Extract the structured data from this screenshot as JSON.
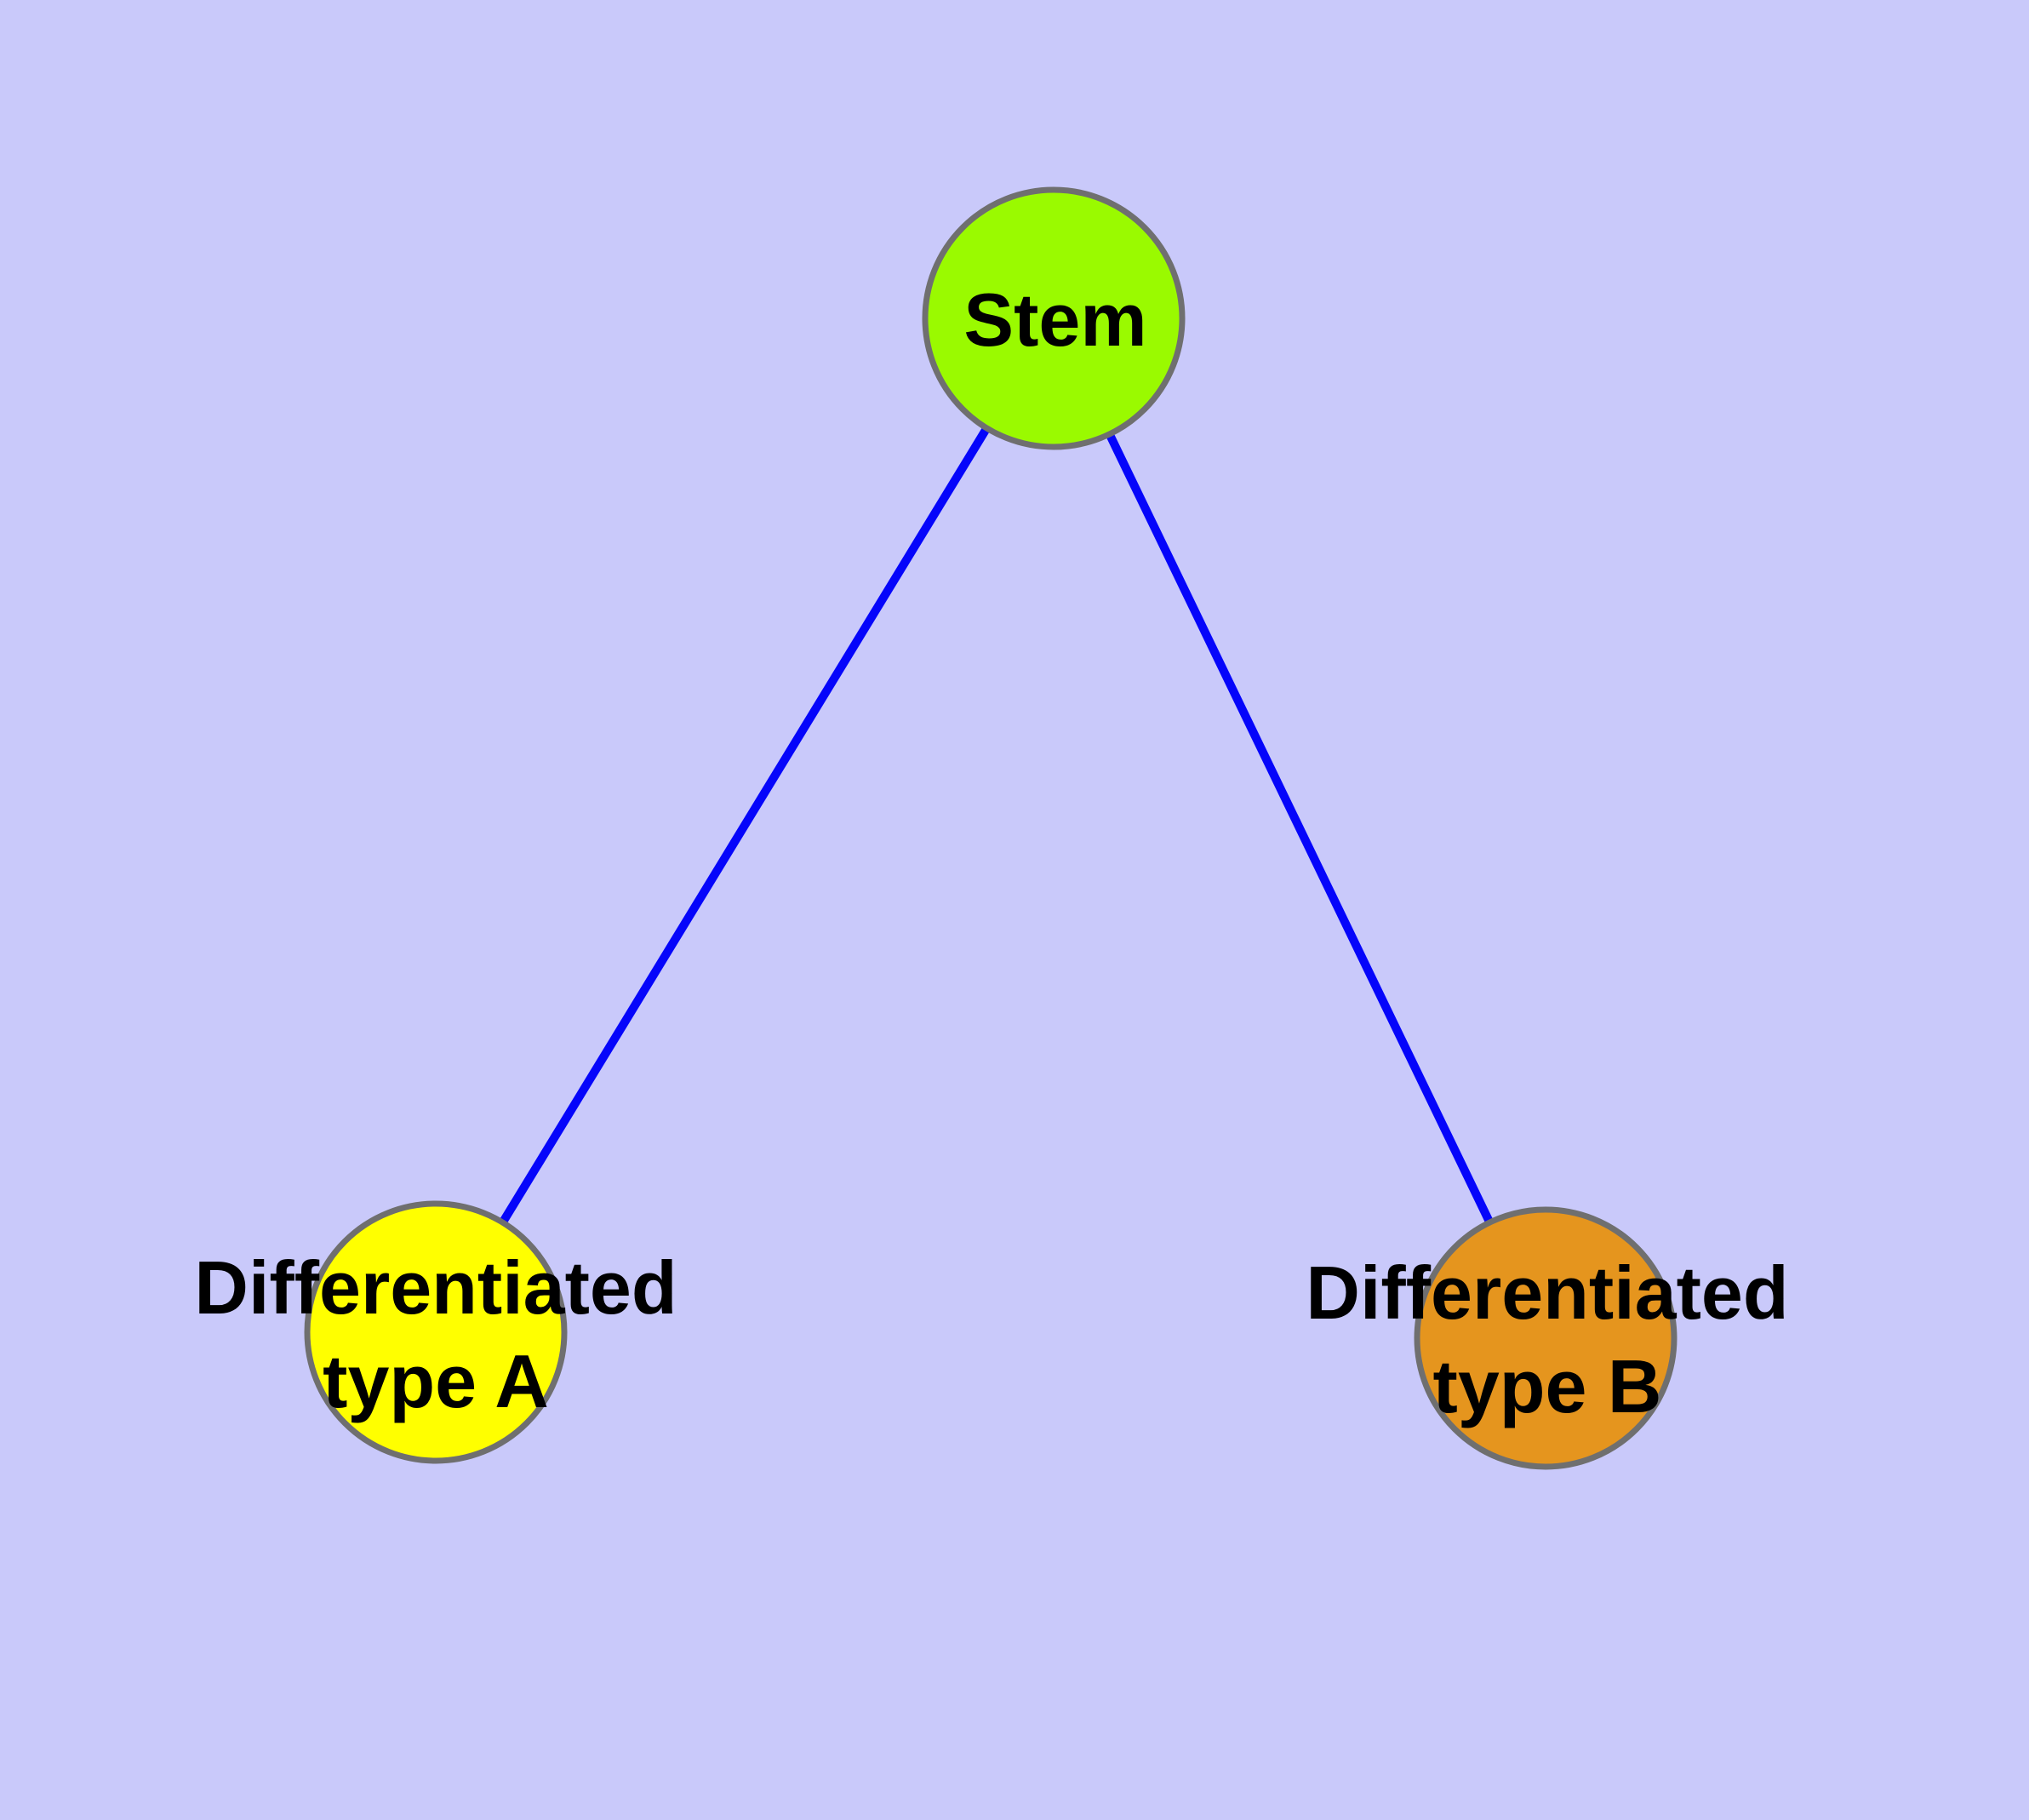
{
  "diagram": {
    "background_color": "#C9C9FA",
    "edge_color": "#0505FA",
    "node_border_color": "#6F6F6F",
    "label_color": "#000000",
    "nodes": [
      {
        "id": "stem",
        "label": "Stem",
        "fill": "#9AFA00"
      },
      {
        "id": "differentiated-type-a",
        "label_line1": "Differentiated",
        "label_line2": "type A",
        "fill": "#FFFF00"
      },
      {
        "id": "differentiated-type-b",
        "label_line1": "Differentiated",
        "label_line2": "type B",
        "fill": "#E5951E"
      }
    ],
    "edges": [
      {
        "from": "Stem",
        "to": "Differentiated type A"
      },
      {
        "from": "Stem",
        "to": "Differentiated type B"
      }
    ]
  }
}
